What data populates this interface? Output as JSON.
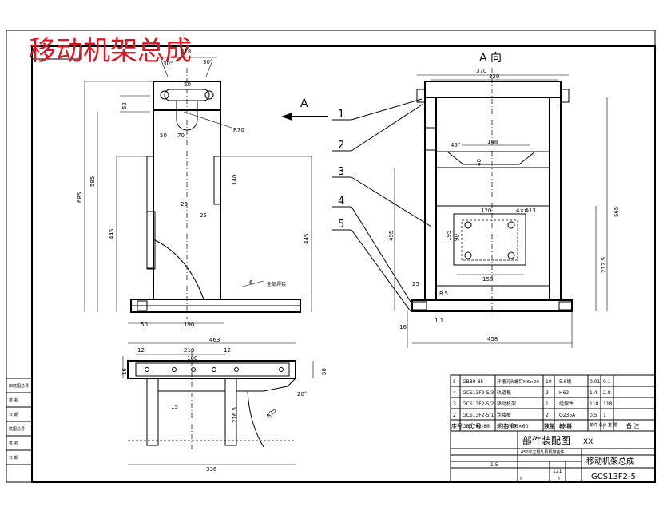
{
  "title_overlay": "移动机架总成",
  "view_label_a": "A",
  "view_label_a_dir": "A  向",
  "callouts": [
    "1",
    "2",
    "3",
    "4",
    "5"
  ],
  "front_view_dims": {
    "d_318": "318",
    "d_50": "50",
    "d_30a": "30°",
    "d_30b": "30°",
    "d_52": "52",
    "d_50b": "50",
    "d_70": "70",
    "d_R70": "R70",
    "d_685": "685",
    "d_595": "595",
    "d_445": "445",
    "d_445b": "445",
    "d_140": "140",
    "d_25a": "25",
    "d_25b": "25",
    "d_6": "6",
    "weld_note": "全部焊接",
    "d_50c": "50",
    "d_190": "190"
  },
  "side_view_dims": {
    "d_370": "370",
    "d_320": "320",
    "d_148": "148",
    "d_45": "45°",
    "d_40": "40",
    "d_120": "120",
    "d_4x13": "4×Φ13",
    "d_195": "195",
    "d_90": "90",
    "d_158": "158",
    "d_565": "565",
    "d_212": "212.5",
    "d_495": "495",
    "d_25": "25",
    "d_8": "8.5",
    "d_16": "16",
    "d_458": "458",
    "note_1": "1:1"
  },
  "top_view_dims": {
    "d_463": "463",
    "d_16": "16",
    "d_12a": "12",
    "d_210": "210",
    "d_12b": "12",
    "d_100": "100",
    "d_50": "50",
    "d_20": "20°",
    "d_216": "216.5",
    "d_R25": "R25",
    "d_15": "15",
    "d_336": "336"
  },
  "parts_table": {
    "rows": [
      {
        "no": "5",
        "code": "GB80-85",
        "name": "开槽沉头螺钉M6×20",
        "qty": "10",
        "mat": "5.6级",
        "w1": "0.01",
        "w2": "0.1"
      },
      {
        "no": "4",
        "code": "GCS13F2-5/3",
        "name": "轨道板",
        "qty": "2",
        "mat": "H62",
        "w1": "1.4",
        "w2": "2.8"
      },
      {
        "no": "3",
        "code": "GCS13F2-5/2",
        "name": "移动机架",
        "qty": "1",
        "mat": "组焊件",
        "w1": "118",
        "w2": "118"
      },
      {
        "no": "2",
        "code": "GCS13F2-5/1",
        "name": "连接板",
        "qty": "2",
        "mat": "Q235A",
        "w1": "0.5",
        "w2": "1"
      },
      {
        "no": "1",
        "code": "GB5782-86",
        "name": "螺栓 M16×60",
        "qty": "4",
        "mat": "5.6级",
        "w1": "/",
        "w2": "/"
      }
    ],
    "header": {
      "no": "序号",
      "code": "代    号",
      "name": "名      称",
      "qty": "数量",
      "mat": "材    料",
      "weight": "单件 总计 重    量",
      "note": "备 注"
    }
  },
  "title_block": {
    "drawing_type": "部件装配图",
    "drawing_type_suffix": "XX",
    "subtitle": "450平立辊轧机机架备件",
    "name": "移动机架总成",
    "drawing_no": "GCS13F2-5",
    "scale": "1:5",
    "weight": "121",
    "sheet": "1",
    "sheets": "1"
  },
  "left_strip": [
    "旧底图总号",
    "签  名",
    "日  期",
    "底图总号",
    "签  名",
    "日  期"
  ]
}
